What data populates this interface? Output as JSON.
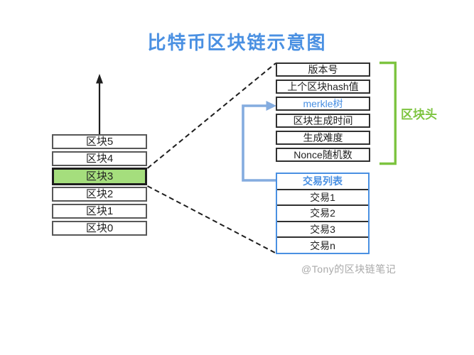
{
  "title": "比特币区块链示意图",
  "colors": {
    "accent_blue": "#4A90E2",
    "connector_blue": "#84ACDF",
    "bracket_green": "#7DC440",
    "highlight_green": "#A5DE7D",
    "line_black": "#1E1E1E",
    "border_gray": "#575757",
    "row_border_dark": "#303030",
    "text_dark": "#222222",
    "watermark_gray": "#A9A9A9"
  },
  "blockchain_stack": {
    "blocks": [
      {
        "label": "区块5",
        "highlighted": false
      },
      {
        "label": "区块4",
        "highlighted": false
      },
      {
        "label": "区块3",
        "highlighted": true
      },
      {
        "label": "区块2",
        "highlighted": false
      },
      {
        "label": "区块1",
        "highlighted": false
      },
      {
        "label": "区块0",
        "highlighted": false
      }
    ]
  },
  "block_header": {
    "bracket_label": "区块头",
    "fields": [
      {
        "label": "版本号",
        "highlighted": false
      },
      {
        "label": "上个区块hash值",
        "highlighted": false
      },
      {
        "label": "merkle树",
        "highlighted": true
      },
      {
        "label": "区块生成时间",
        "highlighted": false
      },
      {
        "label": "生成难度",
        "highlighted": false
      },
      {
        "label": "Nonce随机数",
        "highlighted": false
      }
    ]
  },
  "transaction_list": {
    "header": "交易列表",
    "items": [
      "交易1",
      "交易2",
      "交易3",
      "交易n"
    ]
  },
  "watermark": "@Tony的区块链笔记"
}
